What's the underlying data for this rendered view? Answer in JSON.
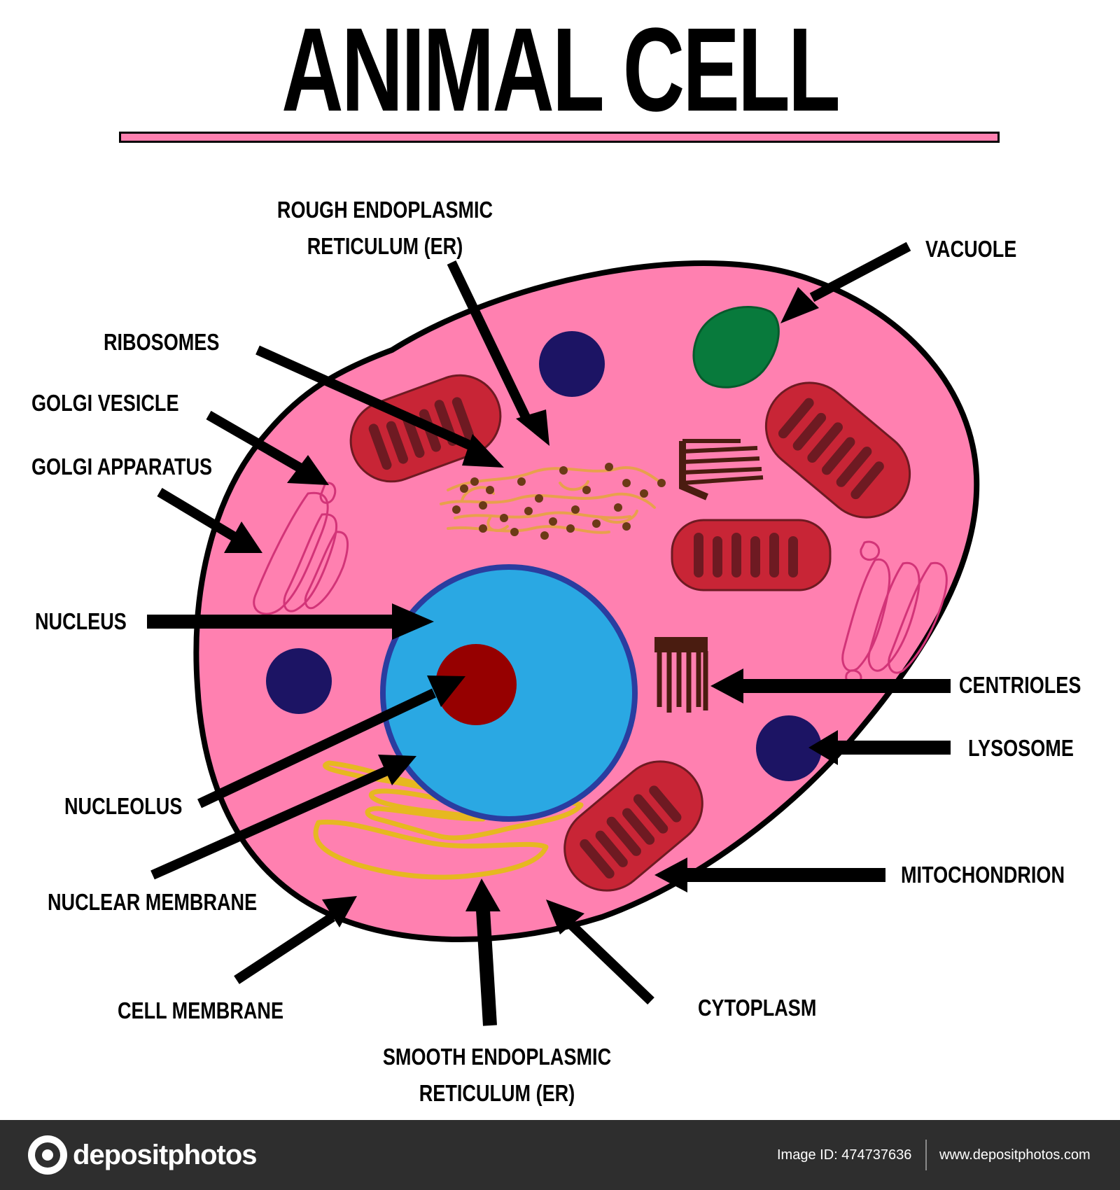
{
  "title": "ANIMAL CELL",
  "labels": {
    "rough_er_line1": "ROUGH ENDOPLASMIC",
    "rough_er_line2": "RETICULUM (ER)",
    "vacuole": "VACUOLE",
    "ribosomes": "RIBOSOMES",
    "golgi_vesicle": "GOLGI VESICLE",
    "golgi_apparatus": "GOLGI APPARATUS",
    "nucleus": "NUCLEUS",
    "centrioles": "CENTRIOLES",
    "lysosome": "LYSOSOME",
    "nucleolus": "NUCLEOLUS",
    "nuclear_membrane": "NUCLEAR MEMBRANE",
    "mitochondrion": "MITOCHONDRION",
    "cell_membrane": "CELL MEMBRANE",
    "cytoplasm": "CYTOPLASM",
    "smooth_er_line1": "SMOOTH ENDOPLASMIC",
    "smooth_er_line2": "RETICULUM (ER)"
  },
  "footer": {
    "brand": "depositphotos",
    "image_id": "Image ID: 474737636",
    "site": "www.depositphotos.com"
  },
  "colors": {
    "cytoplasm": "#ff80b0",
    "cell_outline": "#000000",
    "nucleus": "#2aa8e3",
    "nuclear_membrane": "#2a3da0",
    "nucleolus": "#960000",
    "lysosome": "#1c1464",
    "vacuole": "#087a3c",
    "mitochondrion": "#c82536",
    "mitochondrion_inner": "#6e1a22",
    "rough_er": "#e8a04c",
    "ribosome": "#6b3a16",
    "smooth_er": "#e6b820",
    "golgi": "#d23478",
    "centriole": "#4a1c10",
    "title_rule": "#ff80b0",
    "footer_bg": "#2e2e2e"
  }
}
